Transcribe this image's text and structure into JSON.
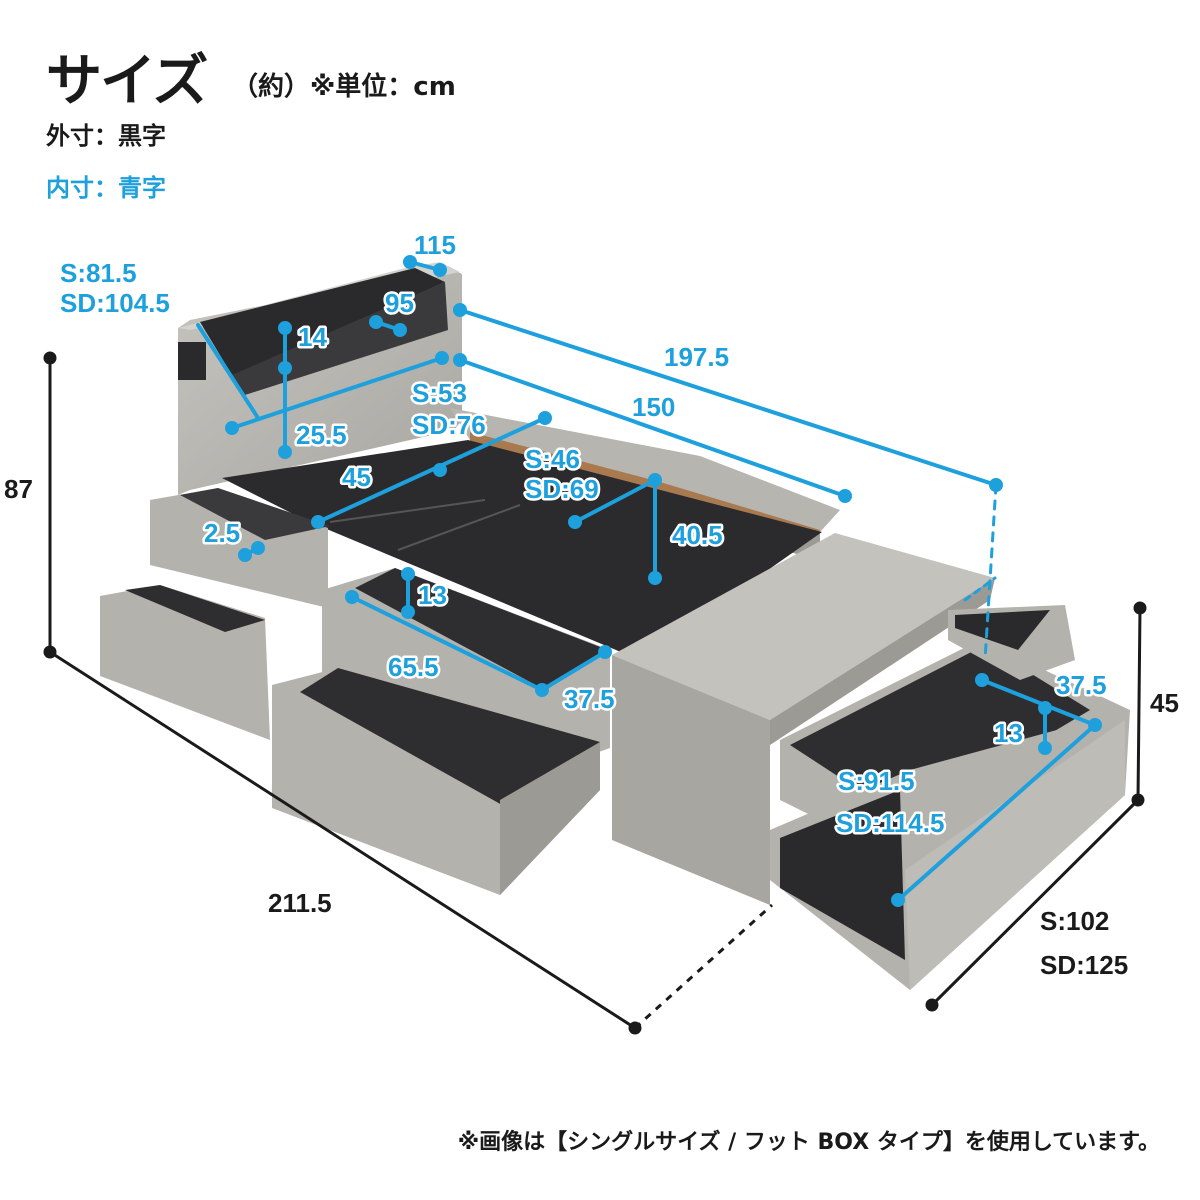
{
  "header": {
    "title": "サイズ",
    "subtitle": "（約）※単位：cm",
    "outer_label": "外寸：黒字",
    "inner_label": "内寸：青字"
  },
  "dimensions": {
    "outer": {
      "height_total": "87",
      "length": "211.5",
      "footbox_height": "45",
      "width_s": "S:102",
      "width_sd": "SD:125"
    },
    "inner": {
      "headboard_width_s": "S:81.5",
      "headboard_width_sd": "SD:104.5",
      "headboard_depth": "115",
      "shelf_depth": "95",
      "shelf_height": "14",
      "shelf_to_deck": "25.5",
      "deck_length": "197.5",
      "side_length": "150",
      "space_width_s": "S:53",
      "space_width_sd": "SD:76",
      "center_depth": "45",
      "space2_width_s": "S:46",
      "space2_width_sd": "SD:69",
      "space2_height": "40.5",
      "small_gap": "2.5",
      "drawer_height": "13",
      "drawer_length": "65.5",
      "drawer_depth": "37.5",
      "foot_drawer_depth": "37.5",
      "foot_drawer_height": "13",
      "foot_width_s": "S:91.5",
      "foot_width_sd": "SD:114.5"
    }
  },
  "footer": {
    "note": "※画像は【シングルサイズ / フット BOX タイプ】を使用しています。"
  },
  "colors": {
    "inner_text": "#1ea0dc",
    "outer_text": "#1a1a1a",
    "wood": "#b4b2ad",
    "deck": "#2b2b2d"
  }
}
